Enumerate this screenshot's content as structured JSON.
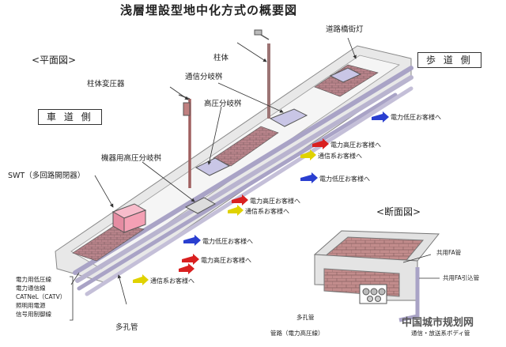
{
  "title": "浅層埋設型地中化方式の概要図",
  "plan_view": "<平面図>",
  "section_view": "<断面図>",
  "sidewalk_side": "歩 道 側",
  "roadway_side": "車 道 側",
  "labels": {
    "road_lighting": "道路橋街灯",
    "pole": "柱体",
    "comm_branch": "通信分岐桝",
    "pole_transformer": "柱体変圧器",
    "hv_branch": "高圧分岐桝",
    "equip_hv_branch": "機器用高圧分岐桝",
    "swt": "SWT（多回路開閉器）",
    "multi_hole_pipe": "多孔管"
  },
  "customer_labels": {
    "lv1": "電力低圧お客様へ",
    "hv1": "電力高圧お客様へ",
    "com1": "通信系お客様へ",
    "lv2": "電力低圧お客様へ",
    "hv2": "電力高圧お客様へ",
    "com2": "通信系お客様へ",
    "lv3": "電力低圧お客様へ",
    "hv3": "電力高圧お客様へ",
    "com3": "通信系お客様へ"
  },
  "legend": [
    "電力用低圧線",
    "電力通信線",
    "CATNeL（CATV）",
    "照明用電源",
    "信号用制御線"
  ],
  "section_labels": {
    "shared_fa": "共用FA管",
    "shared_fa_lead": "共用FA引込管",
    "multi_hole": "多孔管",
    "conduit": "管路（電力高圧線）",
    "comm_body": "通信・放送系ボディ管"
  },
  "watermark": "中国城市规划网",
  "colors": {
    "frame": "#dcdcdc",
    "pipe": "#b9b4cf",
    "brick": "#b9848b",
    "box_pink": "#f4a0b4",
    "arrow_red": "#d92020",
    "arrow_blue": "#2a3fd0",
    "arrow_yellow": "#e0d200"
  }
}
